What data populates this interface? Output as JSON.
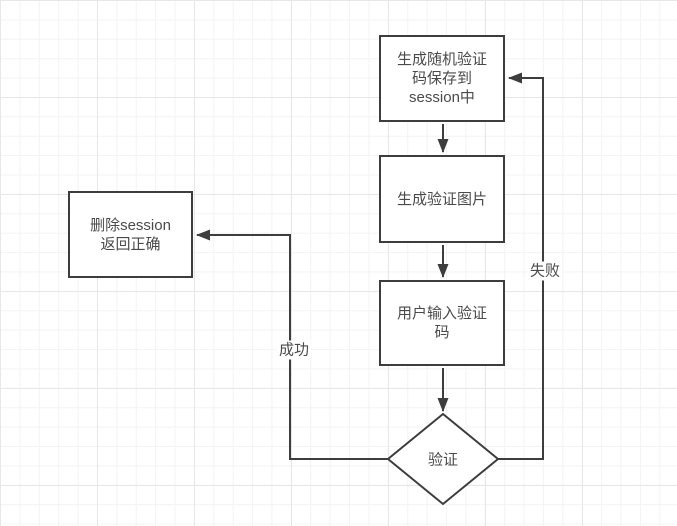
{
  "flowchart": {
    "nodes": {
      "generate_code": {
        "shape": "rectangle",
        "label": "生成随机验证\n码保存到\nsession中"
      },
      "generate_image": {
        "shape": "rectangle",
        "label": "生成验证图片"
      },
      "input_code": {
        "shape": "rectangle",
        "label": "用户输入验证\n码"
      },
      "verify": {
        "shape": "diamond",
        "label": "验证"
      },
      "delete_session": {
        "shape": "rectangle",
        "label": "删除session\n返回正确"
      }
    },
    "edges": {
      "generate_code_to_generate_image": {
        "from": "generate_code",
        "to": "generate_image"
      },
      "generate_image_to_input_code": {
        "from": "generate_image",
        "to": "input_code"
      },
      "input_code_to_verify": {
        "from": "input_code",
        "to": "verify"
      },
      "verify_to_delete_session": {
        "from": "verify",
        "to": "delete_session",
        "label": "成功"
      },
      "verify_to_generate_code": {
        "from": "verify",
        "to": "generate_code",
        "label": "失败"
      }
    },
    "colors": {
      "background": "#ffffff",
      "grid": "#f0f0f0",
      "stroke": "#3d3d3d",
      "text": "#4a4a4a",
      "node_fill": "#ffffff"
    }
  }
}
